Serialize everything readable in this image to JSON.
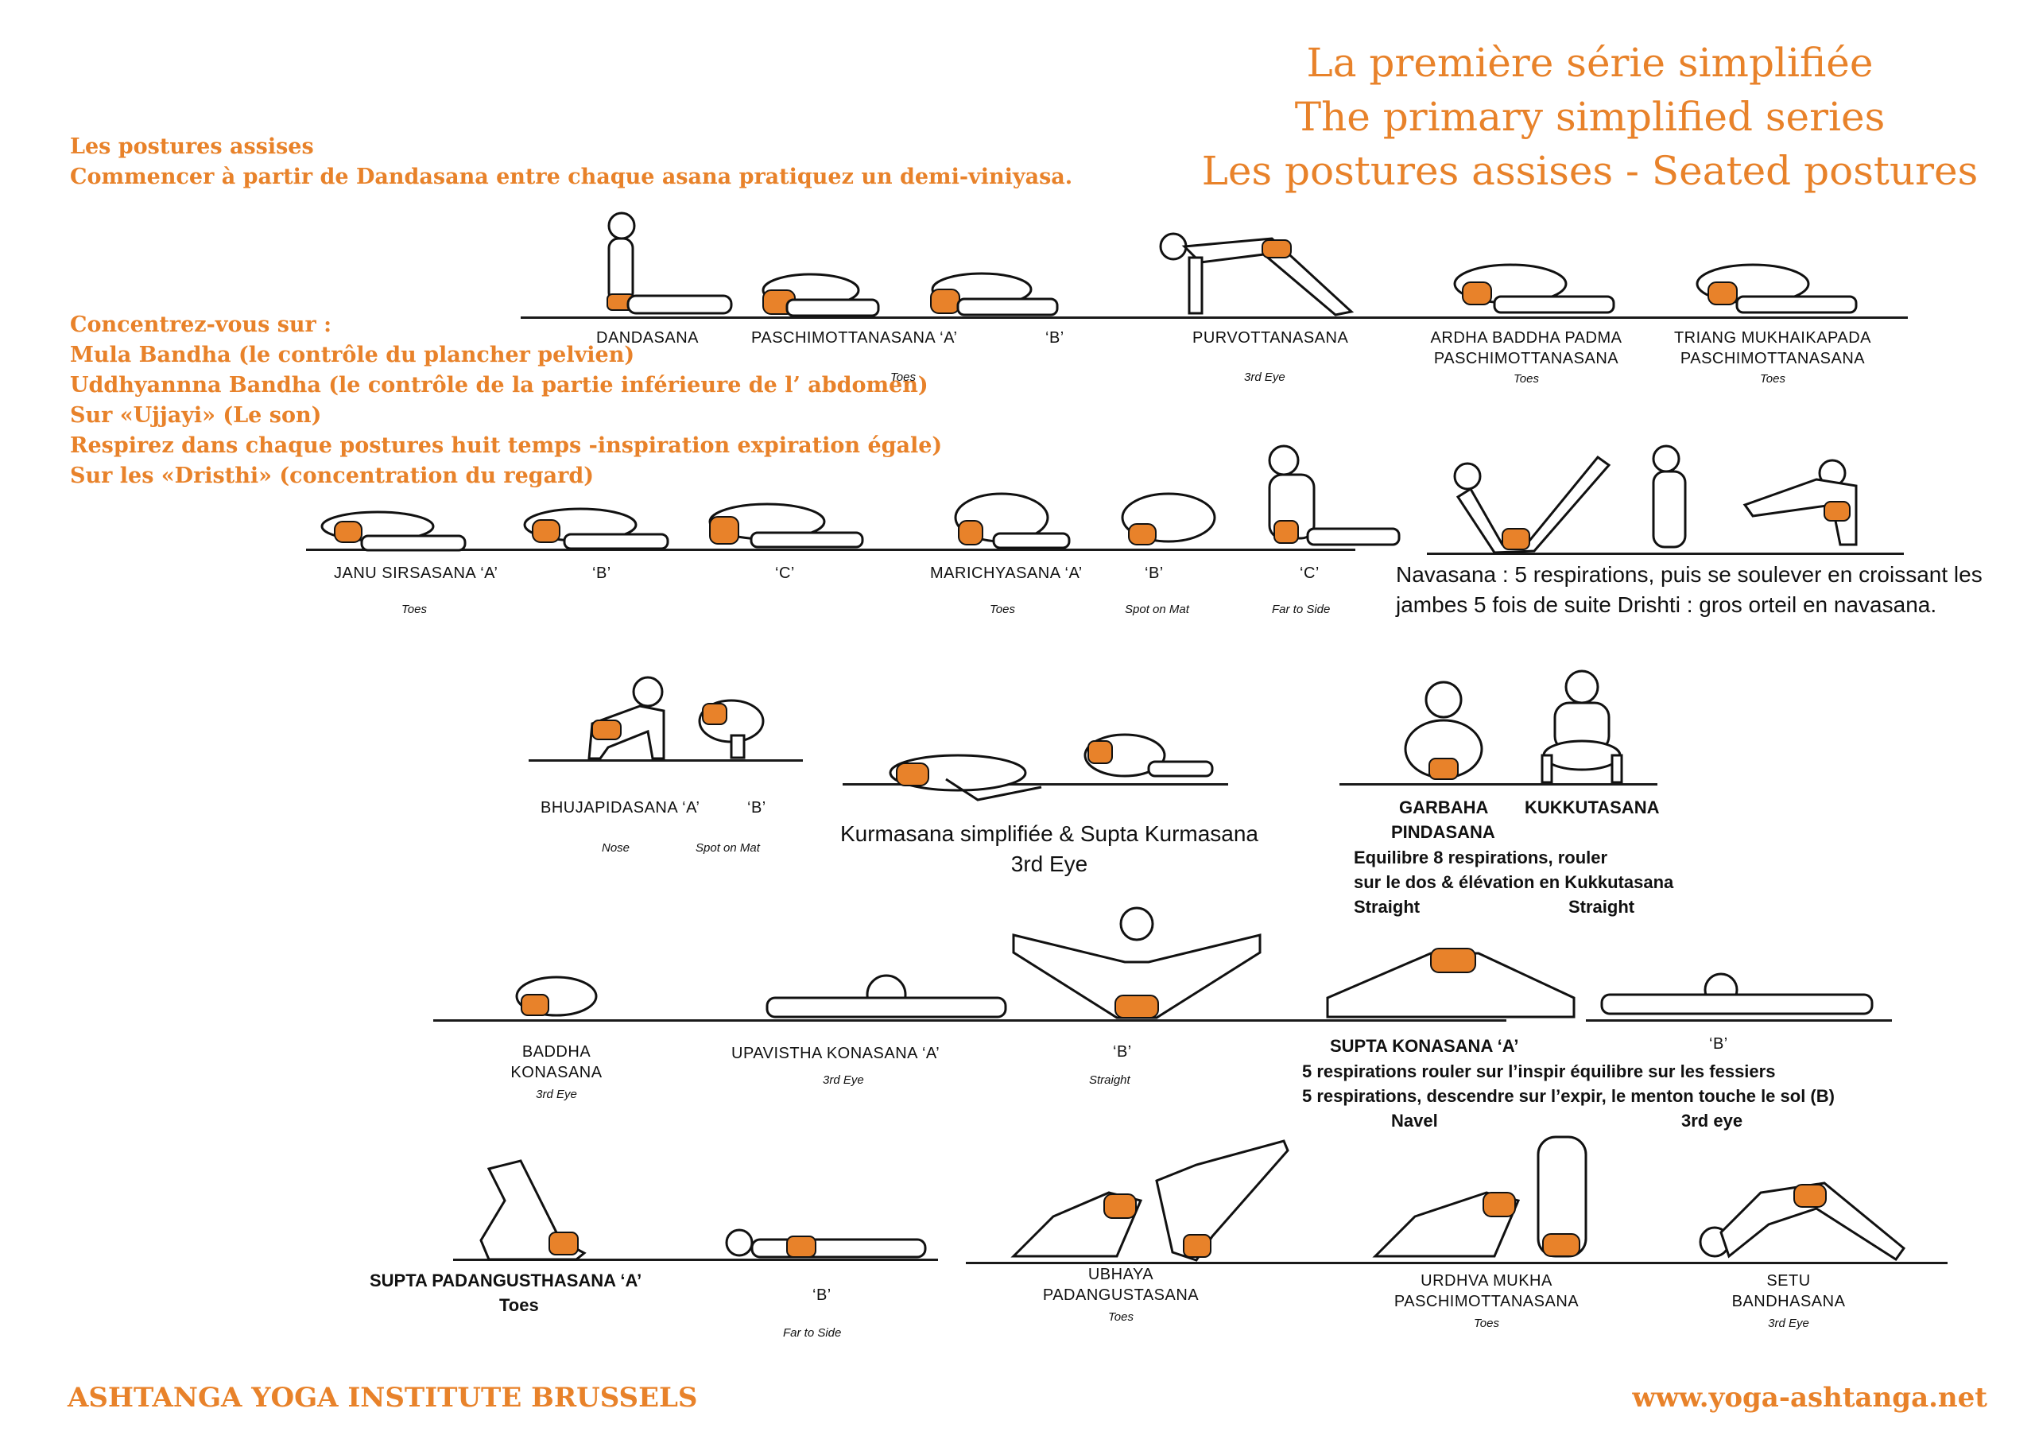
{
  "header": {
    "title_fr": "La première série simplifiée",
    "title_en": "The primary simplified series",
    "subtitle": "Les postures assises - Seated postures"
  },
  "intro": {
    "line1": "Les postures assises",
    "line2": "Commencer à partir de Dandasana entre chaque asana pratiquez un demi-viniyasa."
  },
  "focus": {
    "heading": "Concentrez-vous sur :",
    "items": [
      "Mula Bandha (le contrôle du plancher pelvien)",
      "Uddhyannna Bandha (le contrôle de la partie inférieure de l’ abdomen)",
      "Sur «Ujjayi» (Le son)",
      "Respirez dans chaque postures huit temps -inspiration expiration égale)",
      "Sur les «Dristhi» (concentration du regard)"
    ]
  },
  "row1": {
    "dandasana": "DANDASANA",
    "paschimottanasana_a": "PASCHIMOTTANASANA ‘A’",
    "b": "‘B’",
    "toes": "Toes",
    "purvottanasana": "PURVOTTANASANA",
    "purvo_dristi": "3rd Eye",
    "ardha_1": "ARDHA BADDHA PADMA",
    "ardha_2": "PASCHIMOTTANASANA",
    "ardha_dristi": "Toes",
    "triang_1": "TRIANG MUKHAIKAPADA",
    "triang_2": "PASCHIMOTTANASANA",
    "triang_dristi": "Toes"
  },
  "row2": {
    "janu_a": "JANU SIRSASANA ‘A’",
    "janu_b": "‘B’",
    "janu_c": "‘C’",
    "janu_dristi": "Toes",
    "marichy_a": "MARICHYASANA ‘A’",
    "marichy_b": "‘B’",
    "marichy_c": "‘C’",
    "marichy_dristi_a": "Toes",
    "marichy_dristi_b": "Spot on Mat",
    "marichy_dristi_c": "Far to Side",
    "navasana_note": "Navasana : 5 respirations, puis  se soulever en croissant les jambes 5 fois de suite Drishti : gros orteil en navasana."
  },
  "row3": {
    "bhuja_a": "BHUJAPIDASANA ‘A’",
    "bhuja_b": "‘B’",
    "bhuja_dristi_a": "Nose",
    "bhuja_dristi_b": "Spot on Mat",
    "kurma_1": "Kurmasana simplifiée & Supta Kurmasana",
    "kurma_2": "3rd Eye",
    "garbha_1": "GARBAHA",
    "garbha_2": "PINDASANA",
    "kukkut": "KUKKUTASANA",
    "garbha_note_1": "Equilibre 8 respirations, rouler",
    "garbha_note_2": "sur le dos & élévation en Kukkutasana",
    "garbha_dristi": "Straight",
    "kukkut_dristi": "Straight"
  },
  "row4": {
    "baddha_1": "BADDHA",
    "baddha_2": "KONASANA",
    "baddha_dristi": "3rd Eye",
    "upavistha_a": "UPAVISTHA KONASANA ‘A’",
    "upavistha_dristi": "3rd Eye",
    "upavistha_b": "‘B’",
    "upavistha_b_dristi": "Straight",
    "supta_kona_a": "SUPTA KONASANA ‘A’",
    "supta_kona_b": "‘B’",
    "supta_kona_note_1": "5 respirations rouler sur l’inspir équilibre sur les fessiers",
    "supta_kona_note_2": "5 respirations, descendre sur l’expir, le menton touche le sol (B)",
    "supta_kona_dristi_a": "Navel",
    "supta_kona_dristi_b": "3rd eye"
  },
  "row5": {
    "supta_pada_a": "SUPTA PADANGUSTHASANA ‘A’",
    "supta_pada_dristi": "Toes",
    "supta_pada_b": "‘B’",
    "supta_pada_b_dristi": "Far to Side",
    "ubhaya_1": "UBHAYA",
    "ubhaya_2": "PADANGUSTASANA",
    "ubhaya_dristi": "Toes",
    "urdhva_1": "URDHVA MUKHA",
    "urdhva_2": "PASCHIMOTTANASANA",
    "urdhva_dristi": "Toes",
    "setu_1": "SETU",
    "setu_2": "BANDHASANA",
    "setu_dristi": "3rd Eye"
  },
  "footer": {
    "institute": "ASHTANGA YOGA INSTITUTE BRUSSELS",
    "website": "www.yoga-ashtanga.net"
  },
  "colors": {
    "accent": "#e8822a",
    "ink": "#111111"
  }
}
